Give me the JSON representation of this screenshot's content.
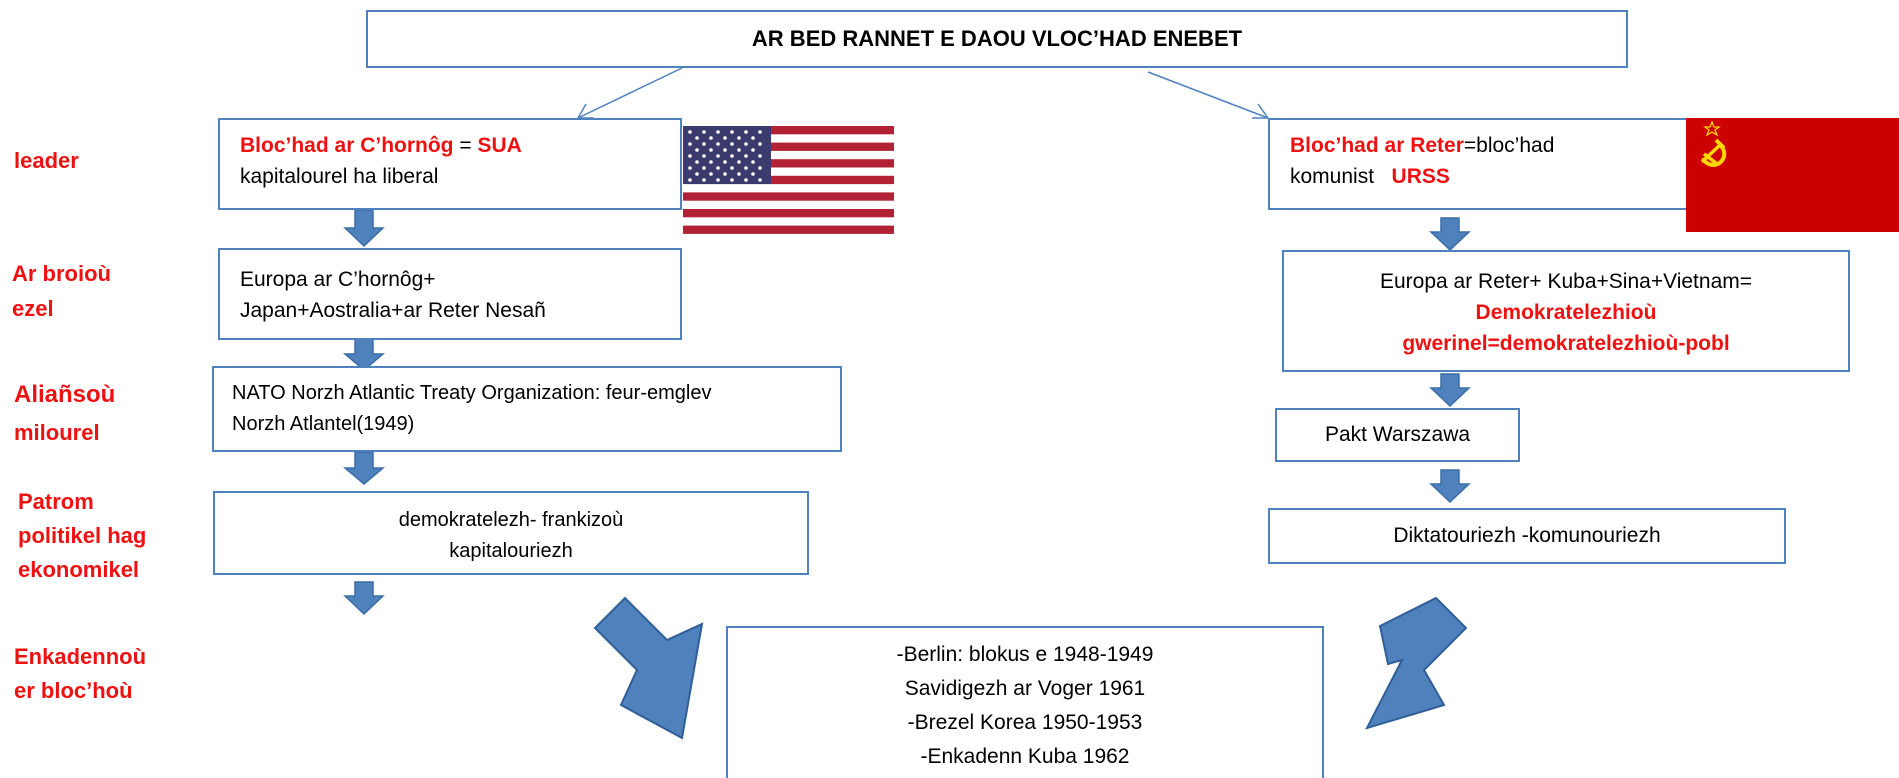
{
  "title": "AR BED RANNET E DAOU  VLOC’HAD ENEBET",
  "row_labels": {
    "leader": "leader",
    "allies": [
      "Ar broioù",
      "ezel"
    ],
    "military": [
      "Aliañsoù",
      "milourel"
    ],
    "model": [
      "Patrom",
      "politikel hag",
      "ekonomikel"
    ],
    "crises": [
      "Enkadennoù",
      "er bloc’hoù"
    ]
  },
  "west": {
    "bloc_label": "Bloc’had ar C’hornôg",
    "equals": " = ",
    "leader": "SUA",
    "desc": "kapitalourel ha liberal",
    "members": [
      "Europa ar C’hornôg+",
      "Japan+Aostralia+ar Reter Nesañ"
    ],
    "alliance": [
      "NATO Norzh Atlantic Treaty Organization: feur-emglev",
      "Norzh Atlantel(1949)"
    ],
    "model": [
      "demokratelezh- frankizoù",
      "kapitalouriezh"
    ]
  },
  "east": {
    "bloc_label": "Bloc’had ar Reter",
    "desc_inline": "=bloc’had",
    "desc2": "komunist   ",
    "leader": "URSS",
    "members_line": "Europa ar Reter+ Kuba+Sina+Vietnam=",
    "members_red": [
      "Demokratelezhioù",
      "gwerinel=demokratelezhioù-pobl"
    ],
    "alliance": "Pakt Warszawa",
    "model": "Diktatouriezh -komunouriezh"
  },
  "crises": [
    "-Berlin: blokus e 1948-1949",
    "Savidigezh ar Voger 1961",
    "-Brezel Korea 1950-1953",
    "-Enkadenn Kuba 1962"
  ],
  "colors": {
    "red": "#ee1111",
    "box_border": "#4f81bd",
    "arrow_fill": "#4f81bd",
    "soviet_red": "#cc0000",
    "us_blue": "#3c3b6e",
    "us_red": "#b22234"
  },
  "icons": {
    "us_flag": "us-flag-icon",
    "soviet_flag": "soviet-flag-icon",
    "down_arrow": "down-arrow-icon"
  }
}
